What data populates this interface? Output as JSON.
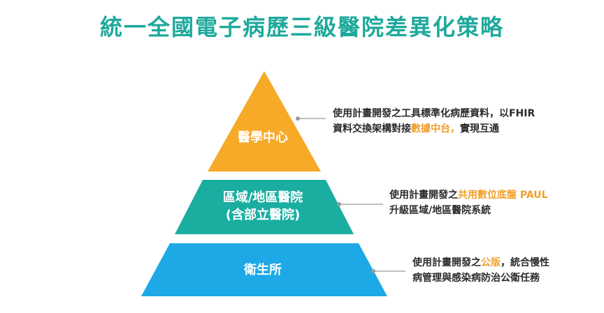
{
  "title": "統一全國電子病歷三級醫院差異化策略",
  "colors": {
    "title": "#1ea99c",
    "tier_top": "#f7a928",
    "tier_middle": "#1aaea1",
    "tier_bottom": "#1ca9e6",
    "highlight": "#f0a02b",
    "connector": "#9a9a9a"
  },
  "tiers": [
    {
      "label_lines": [
        "醫學中心"
      ],
      "desc": {
        "line1": "使用計畫開發之工具標準化病歷資料，以FHIR",
        "line2_pre": "資料交換架構對接",
        "line2_hl": "數據中台，",
        "line2_post": "實現互通"
      }
    },
    {
      "label_lines": [
        "區域/地區醫院",
        "(含部立醫院)"
      ],
      "desc": {
        "line1_pre": "使用計畫開發之",
        "line1_hl": "共用數位底盤 PAUL",
        "line2": "升級區域/地區醫院系統"
      }
    },
    {
      "label_lines": [
        "衛生所"
      ],
      "desc": {
        "line1_pre": "使用計畫開發之",
        "line1_hl": "公版",
        "line1_post": "，統合慢性",
        "line2": "病管理與感染病防治公衛任務"
      }
    }
  ]
}
